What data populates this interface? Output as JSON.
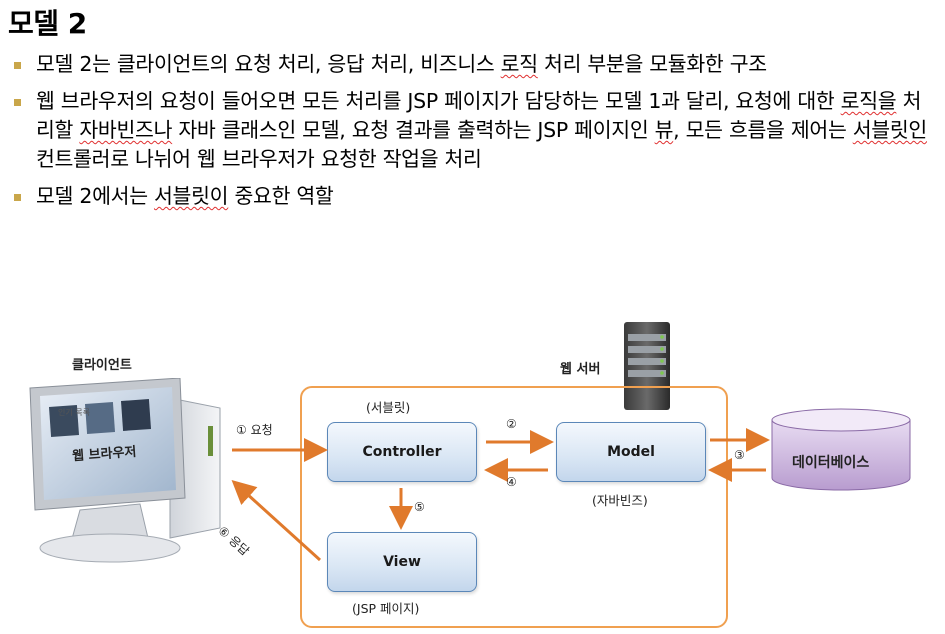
{
  "title": "모델 2",
  "bullets": [
    {
      "pre": "모델 2는 클라이언트의 요청 처리, 응답 처리, 비즈니스 ",
      "squig": "로직",
      "post": " 처리 부분을 모듈화한 구조"
    },
    {
      "pre": "웹 브라우저의 요청이 들어오면 모든 처리를 JSP 페이지가 담당하는 모델 1과 달리, 요청에 대한 ",
      "squig": "로직을",
      "mid": " 처리할 ",
      "squig2": "자바빈즈나",
      "post": " 자바 클래스인 모델, 요청 결과를 출력하는 JSP 페이지인 ",
      "squig3": "뷰",
      "post2": ", 모든 흐름을 제어는 ",
      "squig4": "서블릿인",
      "post3": " 컨트롤러로 나뉘어 웹 브라우저가 요청한 작업을 처리"
    },
    {
      "pre": "모델 2에서는 ",
      "squig": "서블릿이",
      "post": " 중요한 역할"
    }
  ],
  "diagram": {
    "client_label": "클라이언트",
    "browser_label": "웹 브라우저",
    "screen_tab": "인기 목록",
    "web_server_label": "웹 서버",
    "servlet_label": "(서블릿)",
    "controller": "Controller",
    "model": "Model",
    "view": "View",
    "javabeans_label": "(자바빈즈)",
    "jsp_label": "(JSP 페이지)",
    "database": "데이터베이스",
    "step1": "① 요청",
    "step2": "②",
    "step3": "③",
    "step4": "④",
    "step5": "⑤",
    "step6": "⑥ 응답"
  },
  "colors": {
    "arrow": "#e07a2c",
    "frame": "#f0a050",
    "bullet": "#c9a64a",
    "db": "#c8b0dc"
  }
}
